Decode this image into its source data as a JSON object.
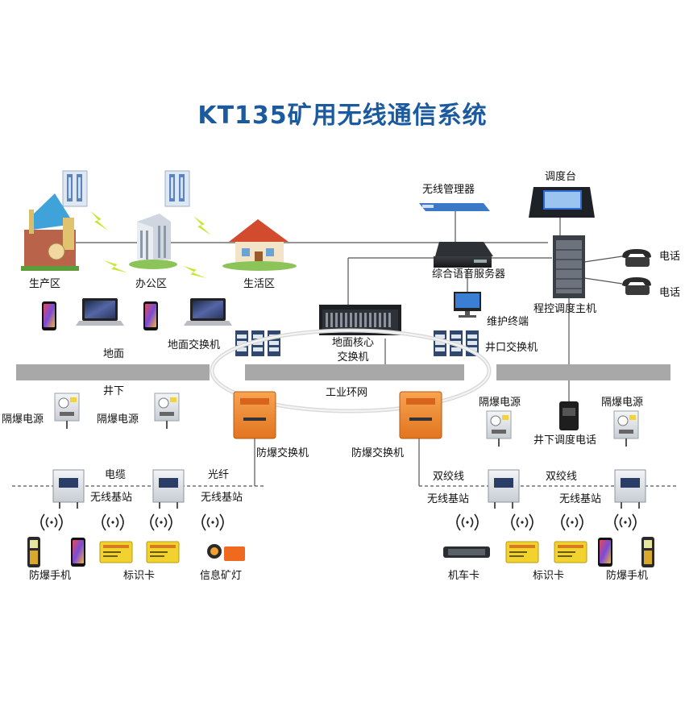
{
  "title": "KT135矿用无线通信系统",
  "colors": {
    "title": "#1b5a9e",
    "layer_bar": "#a8a8a8",
    "explosion_proof_box": "#f08a32",
    "lightning": "#c8e63a",
    "signal": "#222222"
  },
  "labels": {
    "production_area": "生产区",
    "office_area": "办公区",
    "living_area": "生活区",
    "wireless_manager": "无线管理器",
    "dispatch_console": "调度台",
    "phone_1": "电话",
    "phone_2": "电话",
    "voice_server": "综合语音服务器",
    "pbx_host": "程控调度主机",
    "maintenance_terminal": "维护终端",
    "ground": "地面",
    "ground_switch": "地面交换机",
    "core_switch_line1": "地面核心",
    "core_switch_line2": "交换机",
    "shaft_switch": "井口交换机",
    "underground": "井下",
    "industrial_ring": "工业环网",
    "isolated_psu_1": "隔爆电源",
    "isolated_psu_2": "隔爆电源",
    "isolated_psu_3": "隔爆电源",
    "isolated_psu_4": "隔爆电源",
    "ex_switch_left": "防爆交换机",
    "ex_switch_right": "防爆交换机",
    "underground_phone": "井下调度电话",
    "cable": "电缆",
    "fiber": "光纤",
    "twisted_pair_1": "双绞线",
    "twisted_pair_2": "双绞线",
    "base_station_1": "无线基站",
    "base_station_2": "无线基站",
    "base_station_3": "无线基站",
    "base_station_4": "无线基站",
    "ex_phone_left": "防爆手机",
    "id_card_left": "标识卡",
    "info_lamp": "信息矿灯",
    "vehicle_card": "机车卡",
    "id_card_right": "标识卡",
    "ex_phone_right": "防爆手机"
  },
  "icons": [
    "wireless-ap-icon",
    "factory-icon",
    "office-building-icon",
    "house-icon",
    "smartphone-icon",
    "laptop-icon",
    "switch-icon",
    "rack-server-icon",
    "desktop-computer-icon",
    "telephone-icon",
    "ex-box-icon",
    "base-station-icon",
    "signal-waves-icon",
    "handheld-phone-icon",
    "id-card-icon",
    "miner-lamp-icon",
    "vehicle-tag-icon"
  ]
}
